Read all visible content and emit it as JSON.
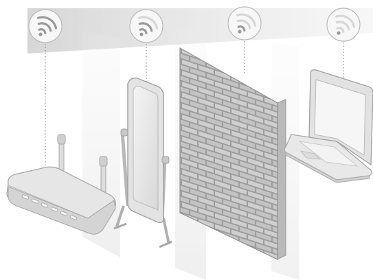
{
  "scene": {
    "wifi_badges": [
      {
        "name": "wifi-badge-router",
        "icon": "wifi-icon",
        "signal_level": "strong"
      },
      {
        "name": "wifi-badge-mirror",
        "icon": "wifi-icon",
        "signal_level": "medium"
      },
      {
        "name": "wifi-badge-wall",
        "icon": "wifi-icon",
        "signal_level": "weak"
      },
      {
        "name": "wifi-badge-laptop",
        "icon": "wifi-icon",
        "signal_level": "weakest"
      }
    ],
    "objects": [
      "router",
      "standing-mirror",
      "brick-wall",
      "laptop"
    ]
  },
  "colors": {
    "signal_band": "#d9d9d9",
    "badge_fill": "#f7f7f7",
    "badge_stroke": "#b8b8b8",
    "brick": "#c9c9c9",
    "brick_mortar": "#9a9a9a",
    "device": "#e4e4e4",
    "device_stroke": "#a8a8a8"
  }
}
